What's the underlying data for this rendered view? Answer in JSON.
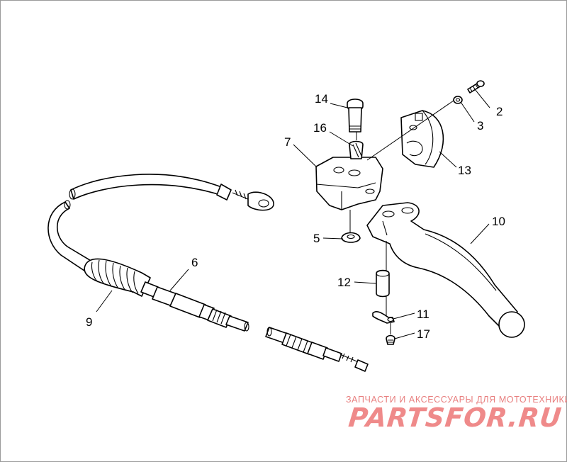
{
  "diagram": {
    "callouts": [
      "2",
      "3",
      "5",
      "6",
      "7",
      "9",
      "10",
      "11",
      "12",
      "13",
      "14",
      "16",
      "17"
    ]
  },
  "watermark": {
    "tagline": "ЗАПЧАСТИ И АКСЕССУАРЫ ДЛЯ МОТОТЕХНИКИ",
    "logo": "PARTSFOR.RU",
    "color": "#ef8a8a"
  },
  "footer": {
    "note": ""
  }
}
